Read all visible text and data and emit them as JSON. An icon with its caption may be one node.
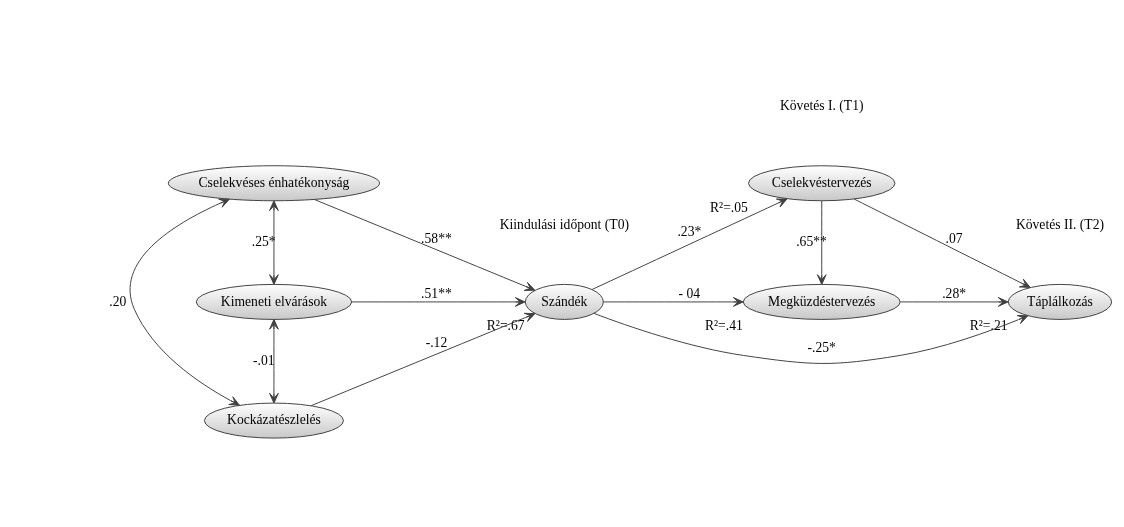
{
  "diagram": {
    "nodes": [
      {
        "text": [
          "Cselekvéses énhatékonyság"
        ]
      },
      {
        "text": [
          "Kimeneti elvárások"
        ]
      },
      {
        "text": [
          "Kockázatészlelés"
        ]
      },
      {
        "text": [
          "Szándék"
        ],
        "beside": [
          "R²=.67"
        ]
      },
      {
        "text": [
          "Cselekvéstervezés"
        ],
        "beside": [
          "R²=.05"
        ]
      },
      {
        "text": [
          "Megküzdéstervezés"
        ],
        "beside": [
          "R²=.41"
        ]
      },
      {
        "text": [
          "Táplálkozás"
        ],
        "beside": [
          "R²=.21"
        ]
      }
    ],
    "edges": [
      {
        "from": 0,
        "to": 1,
        "arrow": "both",
        "label": ".25*"
      },
      {
        "from": 0,
        "to": 2,
        "arrow": "both",
        "label": ".20"
      },
      {
        "from": 1,
        "to": 2,
        "arrow": "both",
        "label": "-.01"
      },
      {
        "from": 0,
        "to": 3,
        "arrow": "to",
        "label": ".58**"
      },
      {
        "from": 1,
        "to": 3,
        "arrow": "to",
        "label": ".51**"
      },
      {
        "from": 2,
        "to": 3,
        "arrow": "to",
        "label": "-.12"
      },
      {
        "from": 3,
        "to": 4,
        "arrow": "to",
        "label": ".23*"
      },
      {
        "from": 3,
        "to": 6,
        "arrow": "to",
        "label": "-.25*"
      },
      {
        "from": 3,
        "to": 5,
        "arrow": "to",
        "label": "- 04"
      },
      {
        "from": 4,
        "to": 6,
        "arrow": "to",
        "label": ".07"
      },
      {
        "from": 4,
        "to": 5,
        "arrow": "to",
        "label": ".65**"
      },
      {
        "from": 5,
        "to": 6,
        "arrow": "to",
        "label": ".28*"
      }
    ],
    "labels": [
      "Kiindulási időpont (T0)",
      "Követés I. (T1)",
      "Követés II. (T2)"
    ]
  }
}
